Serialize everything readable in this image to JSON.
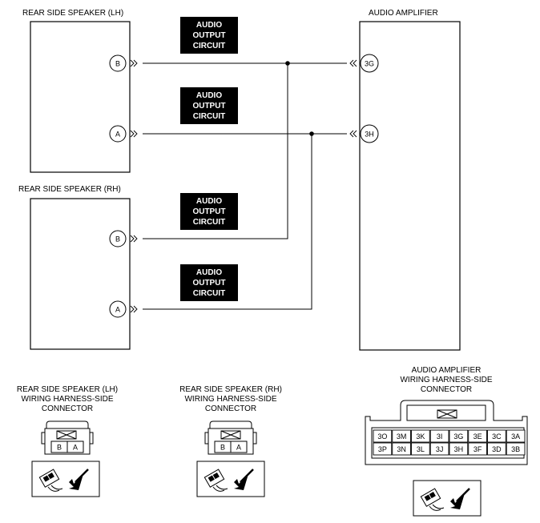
{
  "labels": {
    "speaker_lh": "REAR SIDE SPEAKER (LH)",
    "speaker_rh": "REAR SIDE SPEAKER (RH)",
    "amplifier": "AUDIO AMPLIFIER"
  },
  "circuit_box": [
    "AUDIO",
    "OUTPUT",
    "CIRCUIT"
  ],
  "pins": {
    "lh_b": "B",
    "lh_a": "A",
    "rh_b": "B",
    "rh_a": "A",
    "amp_3g": "3G",
    "amp_3h": "3H"
  },
  "connectors": {
    "lh_caption": [
      "REAR SIDE SPEAKER (LH)",
      "WIRING HARNESS-SIDE",
      "CONNECTOR"
    ],
    "rh_caption": [
      "REAR SIDE SPEAKER (RH)",
      "WIRING HARNESS-SIDE",
      "CONNECTOR"
    ],
    "amp_caption": [
      "AUDIO AMPLIFIER",
      "WIRING HARNESS-SIDE",
      "CONNECTOR"
    ],
    "speaker_terminals": [
      "B",
      "A"
    ],
    "amp_terminals_top": [
      "3O",
      "3M",
      "3K",
      "3I",
      "3G",
      "3E",
      "3C",
      "3A"
    ],
    "amp_terminals_bottom": [
      "3P",
      "3N",
      "3L",
      "3J",
      "3H",
      "3F",
      "3D",
      "3B"
    ]
  }
}
